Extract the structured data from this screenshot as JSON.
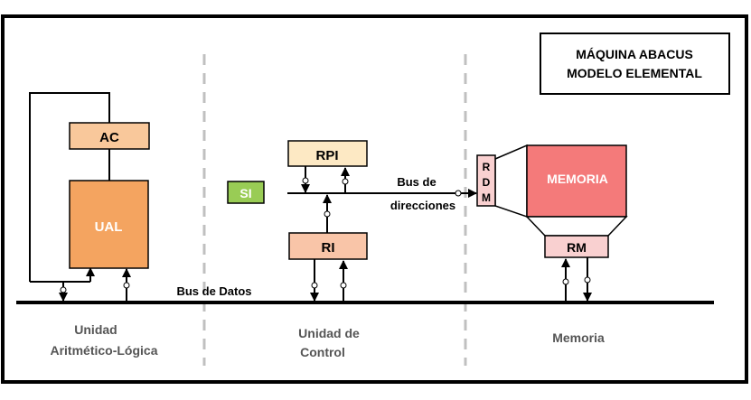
{
  "title": {
    "line1": "MÁQUINA ABACUS",
    "line2": "MODELO ELEMENTAL"
  },
  "blocks": {
    "ac": "AC",
    "ual": "UAL",
    "si": "SI",
    "rpi": "RPI",
    "ri": "RI",
    "rdm": [
      "R",
      "D",
      "M"
    ],
    "memoria": "MEMORIA",
    "rm": "RM"
  },
  "buses": {
    "direcciones_line1": "Bus de",
    "direcciones_line2": "direcciones",
    "datos": "Bus de Datos"
  },
  "sections": {
    "ual_line1": "Unidad",
    "ual_line2": "Aritmético-Lógica",
    "control_line1": "Unidad de",
    "control_line2": "Control",
    "memoria": "Memoria"
  },
  "colors": {
    "frame": "#000000",
    "divider": "#c0c0c0",
    "ac_fill": "#f9c89b",
    "ual_fill": "#f4a460",
    "si_fill": "#99cc55",
    "rpi_fill": "#fde9c4",
    "ri_fill": "#f9c5a8",
    "rdm_fill": "#f9d0d0",
    "memoria_fill": "#f47a7a",
    "rm_fill": "#f9d0d0",
    "section_text": "#555555"
  }
}
